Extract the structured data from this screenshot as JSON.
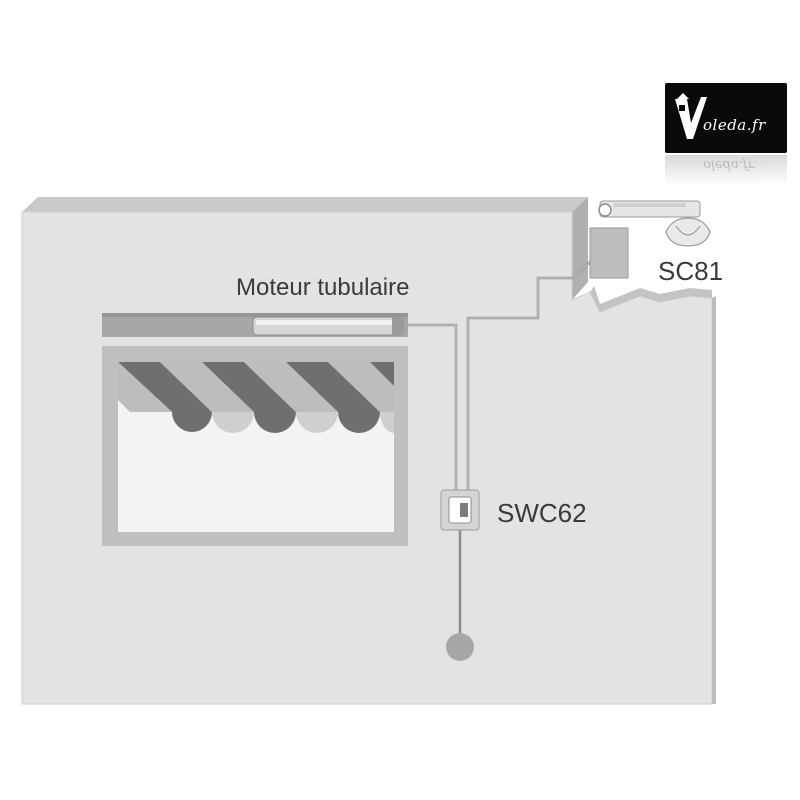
{
  "labels": {
    "motor": "Moteur tubulaire",
    "switch": "SWC62",
    "sensor": "SC81"
  },
  "logo": {
    "text": "oleda.fr",
    "reflection_text": "oleda.fr"
  },
  "colors": {
    "wall_front": "#e2e2e3",
    "wall_top": "#c8c8ca",
    "wall_side": "#b3b3b5",
    "cable": "#8d8d8f",
    "awning_dark": "#6a6a6c",
    "awning_light": "#bcbcbe",
    "glass": "#f4f4f5"
  }
}
